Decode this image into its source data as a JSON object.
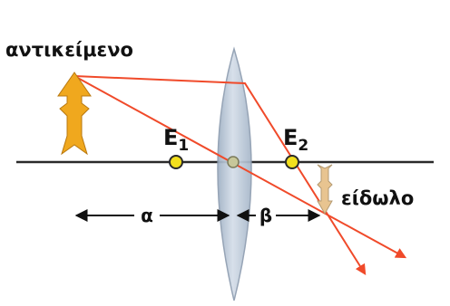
{
  "labels": {
    "object": "αντικείμενο",
    "image": "είδωλο",
    "focus1_letter": "E",
    "focus1_sub": "1",
    "focus2_letter": "E",
    "focus2_sub": "2",
    "distance_a": "α",
    "distance_b": "β"
  },
  "colors": {
    "ray": "#f04a2a",
    "axis": "#2a2a2a",
    "lens_fill": "#b9c6d6",
    "lens_stroke": "#8e9db0",
    "object_arrow": "#f0a81e",
    "image_arrow": "#e8c490",
    "focus_point": "#f3df1c",
    "optical_center": "#c7c79a"
  },
  "icons": {
    "object_arrow": "upright-arrow-icon",
    "image_arrow": "inverted-arrow-icon",
    "lens": "convex-lens-icon"
  }
}
